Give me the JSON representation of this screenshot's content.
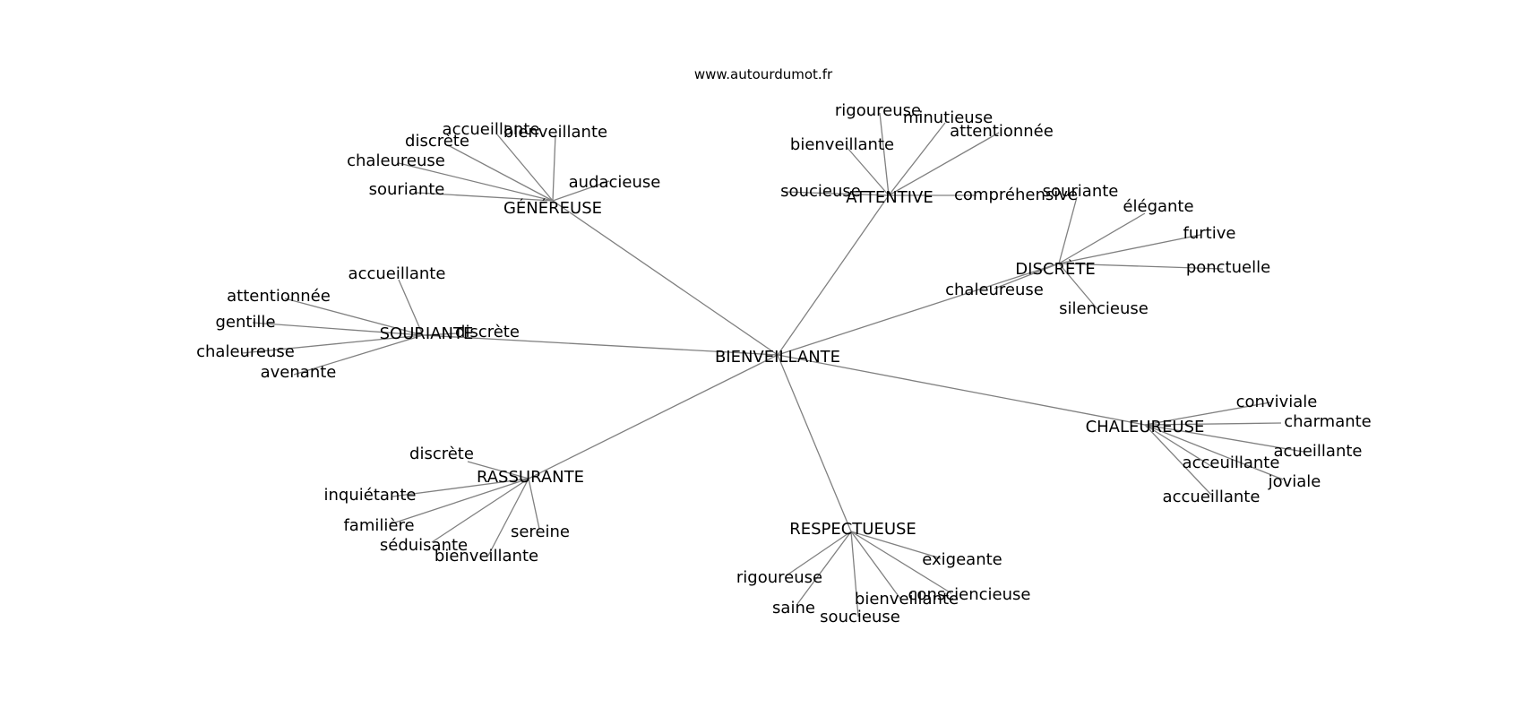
{
  "site": "www.autourdumot.fr",
  "colors": {
    "edge": "#808080",
    "text": "#000000",
    "background": "#ffffff"
  },
  "graph": {
    "center": "BIENVEILLANTE",
    "hubs": [
      {
        "label": "GÉNÉREUSE",
        "leaves": [
          "accueillante",
          "bienveillante",
          "discrète",
          "chaleureuse",
          "souriante",
          "audacieuse"
        ]
      },
      {
        "label": "ATTENTIVE",
        "leaves": [
          "rigoureuse",
          "minutieuse",
          "attentionnée",
          "bienveillante",
          "soucieuse",
          "compréhensive"
        ]
      },
      {
        "label": "DISCRÈTE",
        "leaves": [
          "souriante",
          "élégante",
          "furtive",
          "ponctuelle",
          "chaleureuse",
          "silencieuse"
        ]
      },
      {
        "label": "SOURIANTE",
        "leaves": [
          "accueillante",
          "attentionnée",
          "gentille",
          "chaleureuse",
          "avenante",
          "discrète"
        ]
      },
      {
        "label": "CHALEUREUSE",
        "leaves": [
          "conviviale",
          "charmante",
          "acueillante",
          "acceuillante",
          "joviale",
          "accueillante"
        ]
      },
      {
        "label": "RASSURANTE",
        "leaves": [
          "discrète",
          "inquiétante",
          "familière",
          "séduisante",
          "bienveillante",
          "sereine"
        ]
      },
      {
        "label": "RESPECTUEUSE",
        "leaves": [
          "exigeante",
          "rigoureuse",
          "saine",
          "soucieuse",
          "bienveillante",
          "consciencieuse"
        ]
      }
    ]
  }
}
